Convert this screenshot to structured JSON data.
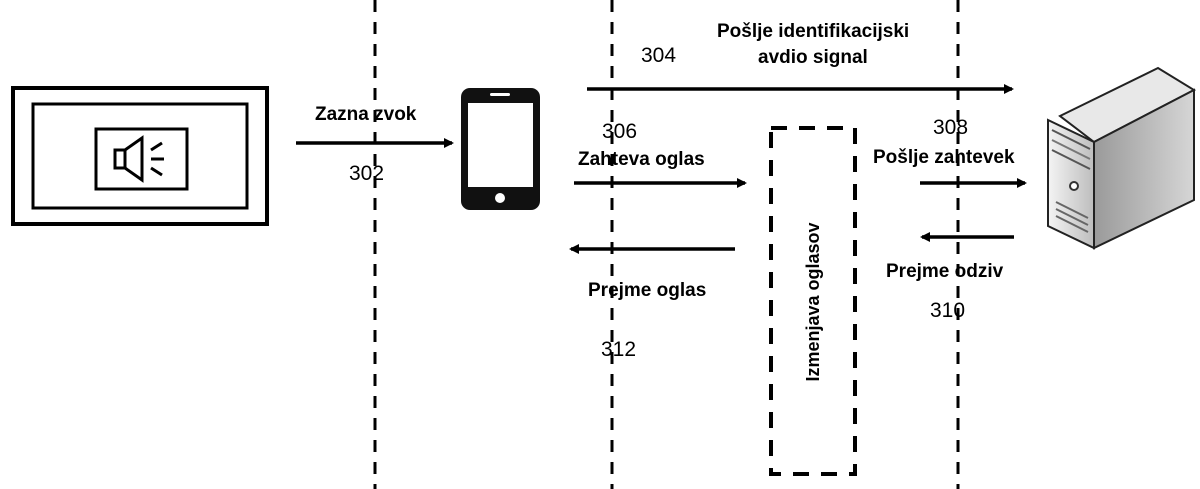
{
  "labels": {
    "detect_sound": "Zazna zvok",
    "send_id_signal_line1": "Pošlje identifikacijski",
    "send_id_signal_line2": "avdio signal",
    "request_ad": "Zahteva oglas",
    "send_request": "Pošlje zahtevek",
    "receive_response": "Prejme odziv",
    "receive_ad": "Prejme oglas",
    "ad_exchange": "Izmenjava oglasov"
  },
  "numbers": {
    "n302": "302",
    "n304": "304",
    "n306": "306",
    "n308": "308",
    "n310": "310",
    "n312": "312"
  },
  "icons": {
    "display": "tv-speaker-icon",
    "speaker": "speaker-icon",
    "phone": "smartphone-icon",
    "server": "server-icon"
  }
}
